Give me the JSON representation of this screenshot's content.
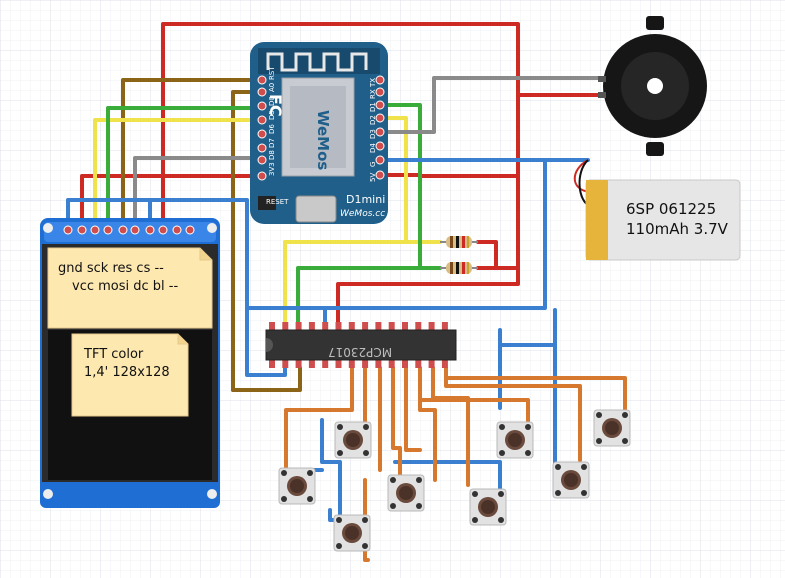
{
  "board": {
    "brand": "WeMos",
    "model": "D1mini",
    "site": "WeMos.cc",
    "reset_label": "RESET",
    "fc_mark": "FC",
    "left_pins": [
      "RST",
      "A0",
      "D0",
      "D5",
      "D6",
      "D7",
      "D8",
      "3V3"
    ],
    "right_pins": [
      "TX",
      "RX",
      "D1",
      "D2",
      "D3",
      "D4",
      "G",
      "5V"
    ]
  },
  "expander": {
    "label": "MCP23017"
  },
  "display_note": {
    "line1": "gnd  sck  res   cs     --",
    "line2": "vcc  mosi  dc    bl    --"
  },
  "tft_note": {
    "line1": "TFT color",
    "line2": "1,4'  128x128"
  },
  "battery": {
    "line1": "6SP 061225",
    "line2": "110mAh 3.7V"
  },
  "colors": {
    "red": "#cc2a22",
    "brown": "#8b6418",
    "yellow": "#f0e24a",
    "green": "#3aac3a",
    "gray": "#8a8a8a",
    "blue": "#3a7fd0",
    "orange": "#d6782e",
    "black": "#1a1a1a",
    "board": "#1f5f8a",
    "tft_pcb": "#1f6ed4",
    "note": "#fde8b0"
  },
  "icons": [
    "buzzer-icon",
    "resistor-icon",
    "pushbutton-icon",
    "battery-icon",
    "wifi-antenna-icon"
  ]
}
